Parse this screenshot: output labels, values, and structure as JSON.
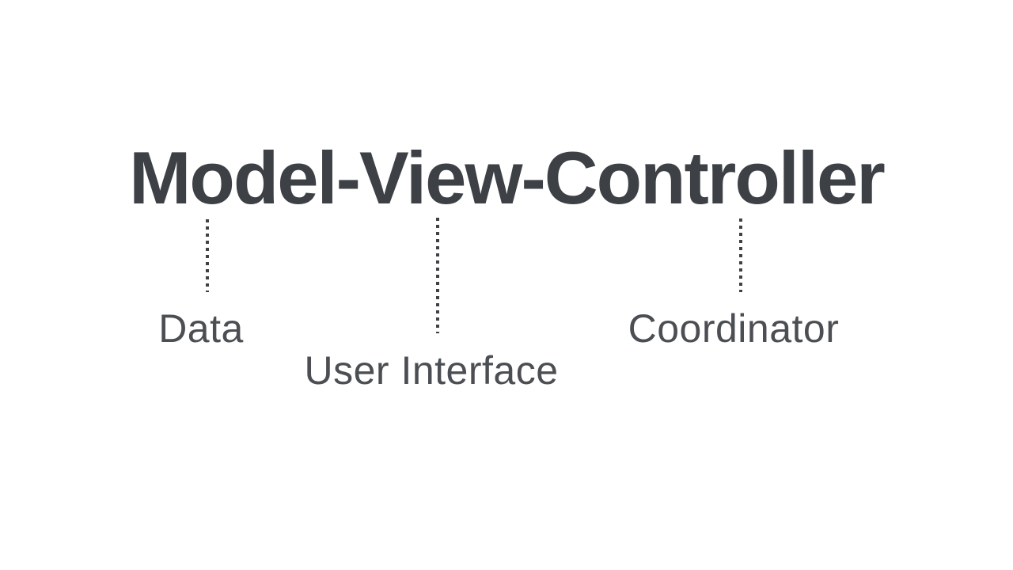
{
  "title": "Model-View-Controller",
  "colors": {
    "background": "#ffffff",
    "title_text": "#3d4045",
    "label_text": "#4b4e52",
    "connector": "#3f4245"
  },
  "diagram": {
    "parts": [
      {
        "term": "Model",
        "label": "Data"
      },
      {
        "term": "View",
        "label": "User Interface"
      },
      {
        "term": "Controller",
        "label": "Coordinator"
      }
    ]
  }
}
